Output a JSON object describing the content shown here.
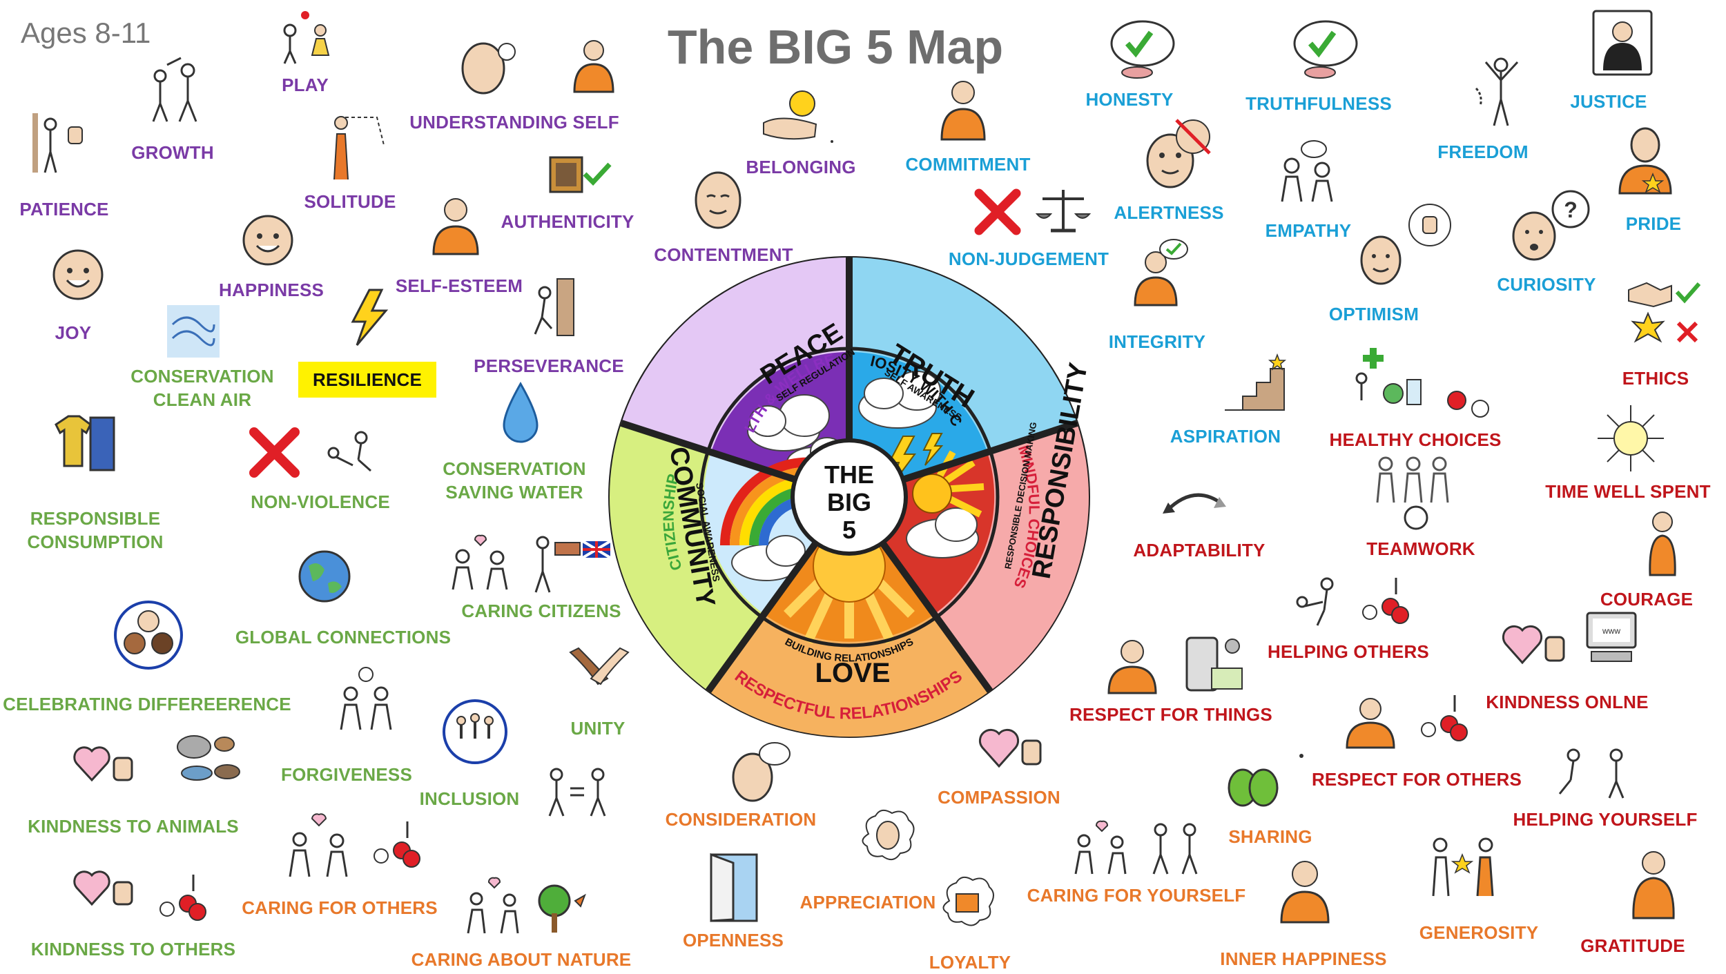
{
  "age_label": "Ages 8-11",
  "title": "The BIG 5 Map",
  "colors": {
    "purple": "#7a3aa6",
    "green": "#6aa846",
    "blue": "#1a9fd6",
    "red": "#c0151b",
    "orange": "#e8782a",
    "highlight": "#fff200",
    "peace_segment": "#e4c8f5",
    "truth_segment": "#8fd6f2",
    "responsibility_segment": "#f6aaaa",
    "love_segment": "#f6b25f",
    "community_segment": "#d7ef80"
  },
  "wheel": {
    "center_line1": "THE",
    "center_line2": "BIG",
    "center_line3": "5",
    "segments": [
      {
        "key": "peace",
        "theme": "HEALTH & WELLBEING",
        "main": "PEACE",
        "sub": "SELF REGULATION"
      },
      {
        "key": "truth",
        "theme": "CURIOSITY WITH CARE",
        "main": "TRUTH",
        "sub": "SELF AWARENESS"
      },
      {
        "key": "responsibility",
        "theme": "MINDFUL CHOICES",
        "main": "RESPONSIBILITY",
        "sub": "RESPONSIBLE DECISION MAKING"
      },
      {
        "key": "love",
        "theme": "RESPECTFUL RELATIONSHIPS",
        "main": "LOVE",
        "sub": "BUILDING RELATIONSHIPS"
      },
      {
        "key": "community",
        "theme": "CITIZENSHIP",
        "main": "COMMUNITY",
        "sub": "SOCIAL AWARENESS"
      }
    ]
  },
  "purple_values": {
    "play": "PLAY",
    "growth": "GROWTH",
    "patience": "PATIENCE",
    "solitude": "SOLITUDE",
    "understanding_self": "UNDERSTANDING SELF",
    "authenticity": "AUTHENTICITY",
    "happiness": "HAPPINESS",
    "self_esteem": "SELF-ESTEEM",
    "joy": "JOY",
    "resilience": "RESILIENCE",
    "perseverance": "PERSEVERANCE",
    "belonging": "BELONGING",
    "contentment": "CONTENTMENT"
  },
  "green_values": {
    "conservation_air_1": "CONSERVATION",
    "conservation_air_2": "CLEAN AIR",
    "responsible_consumption_1": "RESPONSIBLE",
    "responsible_consumption_2": "CONSUMPTION",
    "non_violence": "NON-VIOLENCE",
    "conservation_water_1": "CONSERVATION",
    "conservation_water_2": "SAVING WATER",
    "caring_citizens": "CARING CITIZENS",
    "global_connections": "GLOBAL CONNECTIONS",
    "celebrating_difference": "CELEBRATING DIFFEREERENCE",
    "forgiveness": "FORGIVENESS",
    "inclusion": "INCLUSION",
    "unity": "UNITY",
    "kindness_to_animals": "KINDNESS TO ANIMALS",
    "kindness_to_others": "KINDNESS TO OTHERS"
  },
  "blue_values": {
    "commitment": "COMMITMENT",
    "honesty": "HONESTY",
    "truthfulness": "TRUTHFULNESS",
    "justice": "JUSTICE",
    "freedom": "FREEDOM",
    "alertness": "ALERTNESS",
    "empathy": "EMPATHY",
    "pride": "PRIDE",
    "non_judgement": "NON-JUDGEMENT",
    "curiosity": "CURIOSITY",
    "optimism": "OPTIMISM",
    "integrity": "INTEGRITY",
    "aspiration": "ASPIRATION"
  },
  "red_values": {
    "ethics": "ETHICS",
    "healthy_choices": "HEALTHY CHOICES",
    "time_well_spent": "TIME WELL SPENT",
    "adaptability": "ADAPTABILITY",
    "teamwork": "TEAMWORK",
    "courage": "COURAGE",
    "helping_others": "HELPING OTHERS",
    "respect_for_things": "RESPECT FOR THINGS",
    "kindness_online": "KINDNESS ONLNE",
    "respect_for_others": "RESPECT FOR OTHERS",
    "helping_yourself": "HELPING YOURSELF",
    "gratitude": "GRATITUDE"
  },
  "orange_values": {
    "caring_for_others": "CARING FOR OTHERS",
    "caring_about_nature": "CARING ABOUT NATURE",
    "consideration": "CONSIDERATION",
    "openness": "OPENNESS",
    "appreciation": "APPRECIATION",
    "compassion": "COMPASSION",
    "loyalty": "LOYALTY",
    "caring_for_yourself": "CARING FOR YOURSELF",
    "sharing": "SHARING",
    "inner_happiness": "INNER HAPPINESS",
    "generosity": "GENEROSITY"
  }
}
